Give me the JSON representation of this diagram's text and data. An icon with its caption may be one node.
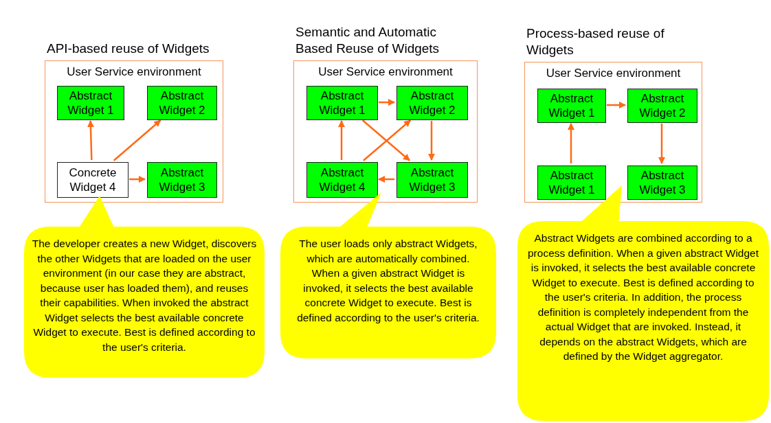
{
  "diagram": {
    "nodes": [
      {
        "text": [
          "API-based reuse of Widgets",
          "User Service environment"
        ]
      },
      {
        "text": [
          "Abstract Widget 1"
        ],
        "in": 0
      },
      {
        "text": [
          "Abstract Widget 2"
        ],
        "in": 0
      },
      {
        "text": [
          "Concrete Widget 4"
        ],
        "in": 0
      },
      {
        "text": [
          "Abstract Widget 3"
        ],
        "in": 0
      },
      {
        "text": [
          "The developer creates a new Widget, discovers the other Widgets that are loaded on the user environment (in our case they are abstract, because user has loaded them), and reuses their capabilities. When invoked the abstract Widget selects the best available concrete Widget to execute. Best is defined according to the user's criteria."
        ]
      },
      {
        "text": [
          "Semantic and Automatic Based Reuse of Widgets",
          "User Service environment"
        ]
      },
      {
        "text": [
          "Abstract Widget 1"
        ],
        "in": 6
      },
      {
        "text": [
          "Abstract Widget 2"
        ],
        "in": 6
      },
      {
        "text": [
          "Abstract Widget 4"
        ],
        "in": 6
      },
      {
        "text": [
          "Abstract Widget 3"
        ],
        "in": 6
      },
      {
        "text": [
          "The user loads only abstract Widgets, which are automatically combined. When a given abstract Widget is invoked, it selects  the best available concrete Widget to execute. Best is defined according to the user's criteria."
        ]
      },
      {
        "text": [
          "Process-based reuse of Widgets",
          "User Service environment"
        ]
      },
      {
        "text": [
          "Abstract Widget 1"
        ],
        "in": 12
      },
      {
        "text": [
          "Abstract Widget 2"
        ],
        "in": 12
      },
      {
        "text": [
          "Abstract Widget 1"
        ],
        "in": 12
      },
      {
        "text": [
          "Abstract Widget 3"
        ],
        "in": 12
      },
      {
        "text": [
          "Abstract Widgets are combined according to a process definition. When a given abstract Widget is invoked, it selects  the best available concrete Widget to execute. Best is defined according to the user's criteria. In addition, the process definition is completely independent from the actual Widget that are invoked. Instead, it depends on the abstract Widgets, which are defined by the Widget aggregator."
        ]
      }
    ],
    "edges": [
      {
        "from": 3,
        "to": 1,
        "arrow": "to"
      },
      {
        "from": 3,
        "to": 2,
        "arrow": "to"
      },
      {
        "from": 3,
        "to": 4,
        "arrow": "to"
      },
      {
        "from": 7,
        "to": 8,
        "arrow": "to"
      },
      {
        "from": 7,
        "to": 10,
        "arrow": "to"
      },
      {
        "from": 8,
        "to": 10,
        "arrow": "to"
      },
      {
        "from": 9,
        "to": 7,
        "arrow": "to"
      },
      {
        "from": 9,
        "to": 8,
        "arrow": "to"
      },
      {
        "from": 10,
        "to": 9,
        "arrow": "to"
      },
      {
        "from": 13,
        "to": 14,
        "arrow": "to"
      },
      {
        "from": 15,
        "to": 13,
        "arrow": "to"
      },
      {
        "from": 14,
        "to": 16,
        "arrow": "to"
      }
    ]
  }
}
